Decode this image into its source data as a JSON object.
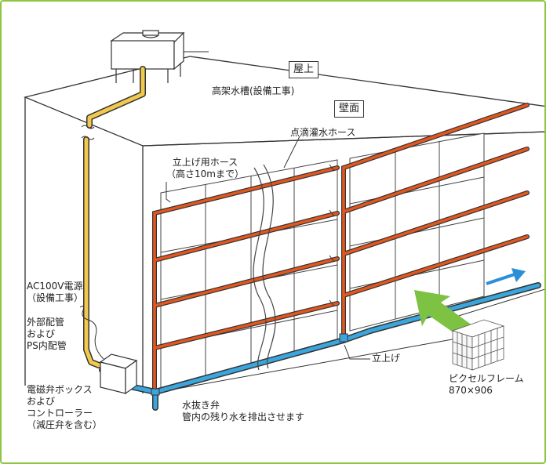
{
  "labels": {
    "rooftop": "屋上",
    "wall_surface": "壁面",
    "elevated_tank": "高架水槽(設備工事)",
    "drip_hose": "点滴灌水ホース",
    "riser_hose_line1": "立上げ用ホース",
    "riser_hose_line2": "（高さ10mまで）",
    "ac_power_line1": "AC100V電源",
    "ac_power_line2": "（設備工事）",
    "external_piping_line1": "外部配管",
    "external_piping_line2": "および",
    "external_piping_line3": "PS内配管",
    "solenoid_line1": "電磁弁ボックス",
    "solenoid_line2": "および",
    "solenoid_line3": "コントローラー",
    "solenoid_line4": "（減圧弁を含む）",
    "drain_valve_line1": "水抜き弁",
    "drain_valve_line2": "管内の残り水を排出させます",
    "riser": "立上げ",
    "pixel_frame_line1": "ピクセルフレーム",
    "pixel_frame_line2": "870×906"
  },
  "colors": {
    "frame_border": "#8dc63f",
    "riser_hose": "#e2571e",
    "supply_pipe": "#3aa6dd",
    "building_pipe": "#f2c94c",
    "arrow_green": "#7dc242",
    "arrow_blue": "#2a8fd6",
    "line_dark": "#333333"
  },
  "icons": [
    "water-tank-icon",
    "solenoid-box-icon",
    "pixel-frame-icon",
    "green-arrow-icon",
    "blue-flow-arrow-icon"
  ]
}
